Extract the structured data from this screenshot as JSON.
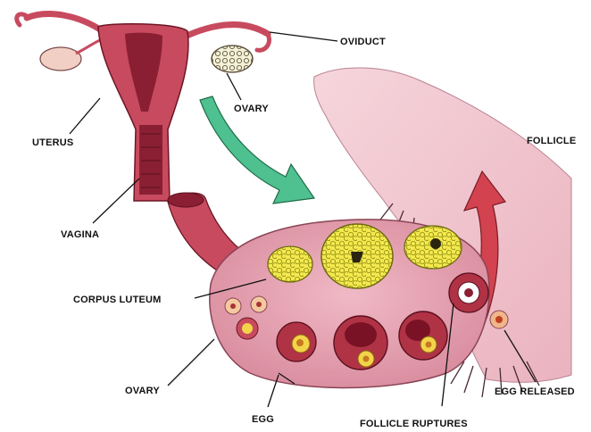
{
  "labels": {
    "oviduct": "OVIDUCT",
    "ovary_top": "OVARY",
    "uterus": "UTERUS",
    "follicle": "FOLLICLE",
    "vagina": "VAGINA",
    "corpus_luteum": "CORPUS LUTEUM",
    "ovary_bottom": "OVARY",
    "egg": "EGG",
    "follicle_ruptures": "FOLLICLE RUPTURES",
    "egg_released": "EGG RELEASED"
  },
  "colors": {
    "uterus": "#c84a5e",
    "uterus_dark": "#8a1f33",
    "ovary_tissue": "#e6a7b5",
    "fallopian_tube": "#f1c6cf",
    "follicle_yellow": "#f0e34a",
    "green_arrow": "#4fc08f",
    "red_arrow": "#d2424f"
  }
}
